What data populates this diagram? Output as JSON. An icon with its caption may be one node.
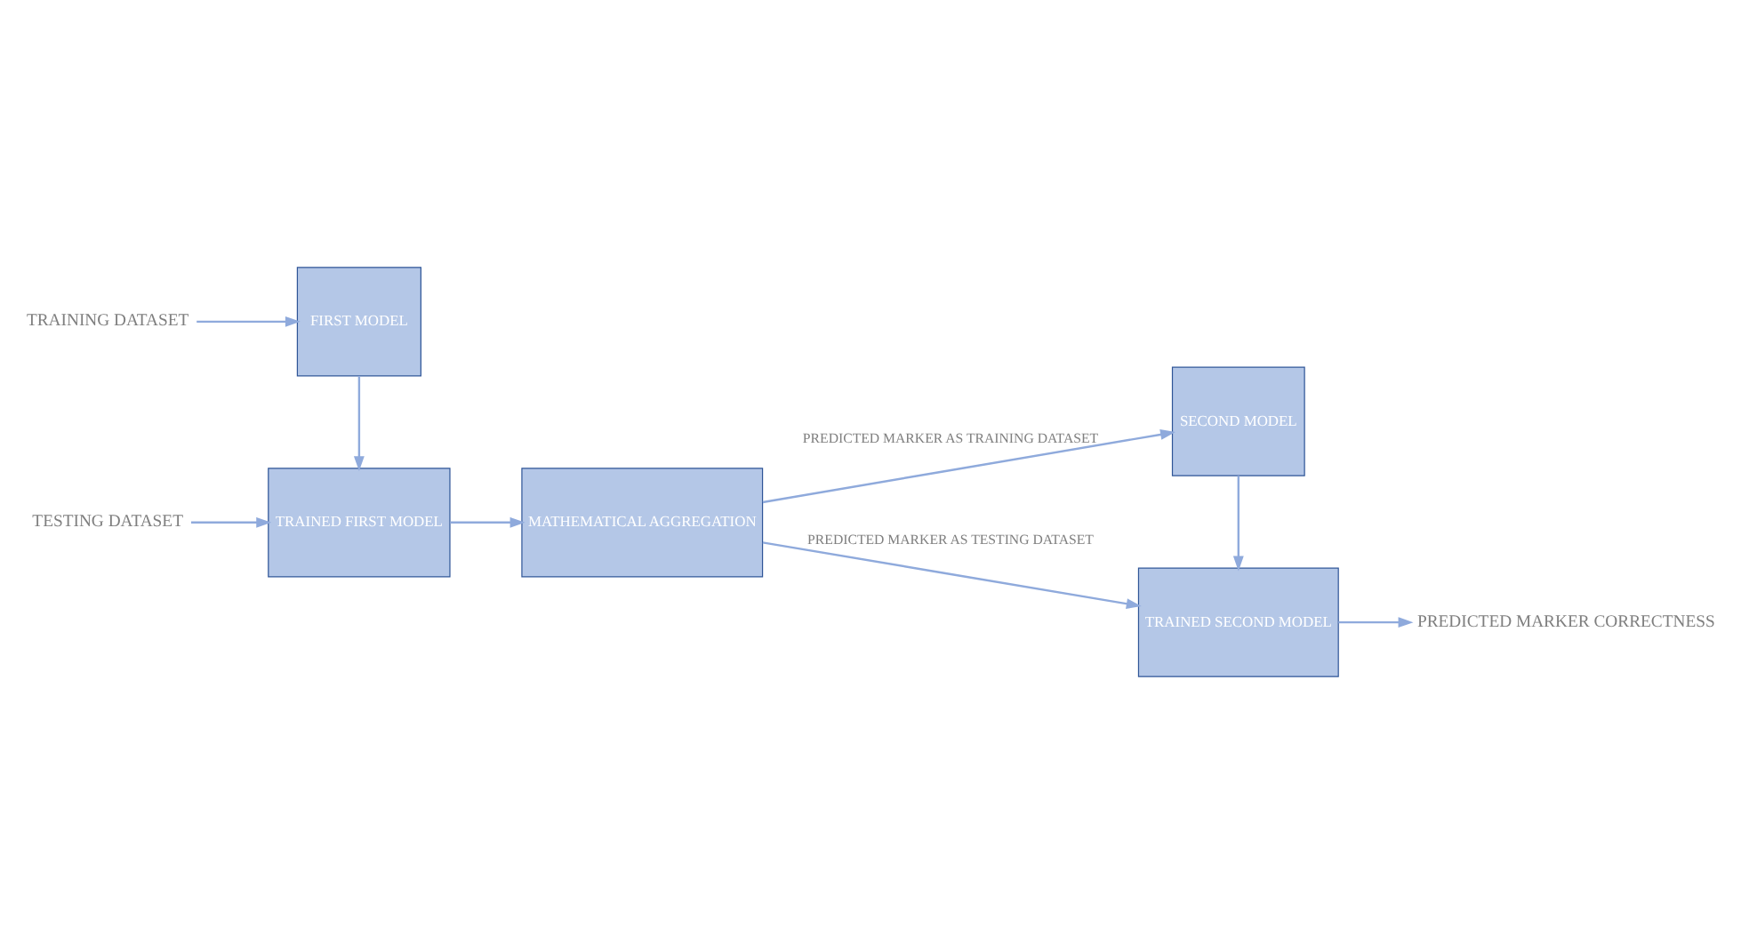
{
  "diagram": {
    "nodes": [
      {
        "text": [
          "TRAINING DATASET"
        ]
      },
      {
        "text": [
          "FIRST MODEL"
        ]
      },
      {
        "text": [
          "TESTING DATASET"
        ]
      },
      {
        "text": [
          "TRAINED FIRST MODEL"
        ]
      },
      {
        "text": [
          "MATHEMATICAL AGGREGATION"
        ]
      },
      {
        "text": [
          "SECOND MODEL"
        ]
      },
      {
        "text": [
          "TRAINED SECOND MODEL"
        ]
      },
      {
        "text": [
          "PREDICTED MARKER CORRECTNESS"
        ]
      }
    ],
    "edges": [
      {
        "from": 0,
        "to": 1,
        "arrow": "to"
      },
      {
        "from": 1,
        "to": 3,
        "arrow": "to"
      },
      {
        "from": 2,
        "to": 3,
        "arrow": "to"
      },
      {
        "from": 3,
        "to": 4,
        "arrow": "to"
      },
      {
        "from": 4,
        "to": 5,
        "label": "PREDICTED MARKER AS TRAINING DATASET",
        "arrow": "to"
      },
      {
        "from": 4,
        "to": 6,
        "label": "PREDICTED MARKER AS TESTING DATASET",
        "arrow": "to"
      },
      {
        "from": 5,
        "to": 6,
        "arrow": "to"
      },
      {
        "from": 6,
        "to": 7,
        "arrow": "to"
      }
    ]
  }
}
